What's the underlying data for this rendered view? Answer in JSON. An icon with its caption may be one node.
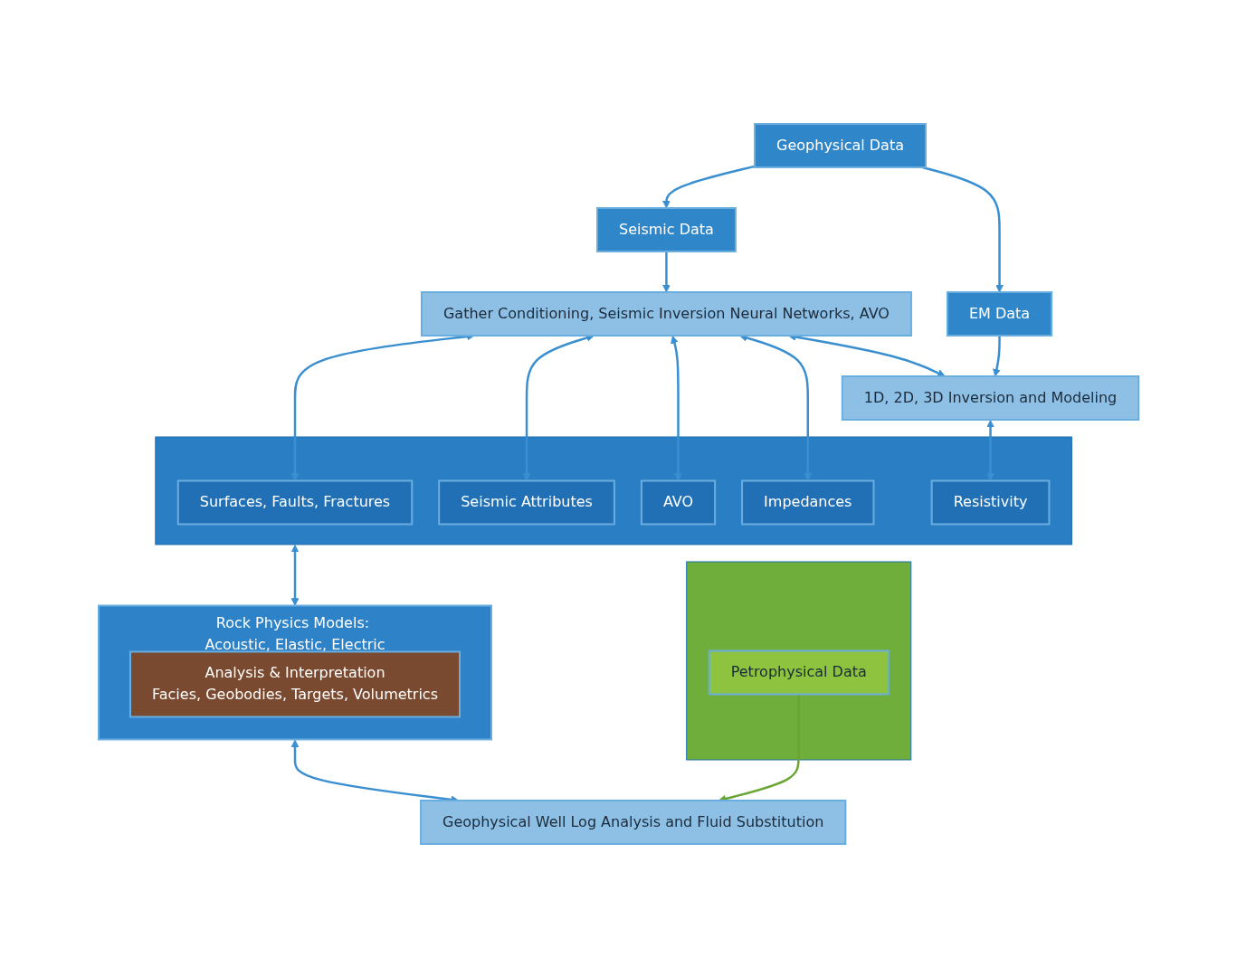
{
  "diagram": {
    "nodes": [
      {
        "text": [
          "Geophysical Data"
        ]
      },
      {
        "text": [
          "Seismic Data"
        ]
      },
      {
        "text": [
          "EM Data"
        ]
      },
      {
        "text": [
          "Gather Conditioning, Seismic Inversion Neural Networks, AVO"
        ]
      },
      {
        "text": [
          "1D, 2D, 3D Inversion and Modeling"
        ]
      },
      {
        "text": [],
        "shape": "bar"
      },
      {
        "text": [
          "Surfaces, Faults, Fractures"
        ],
        "in": 5
      },
      {
        "text": [
          "Seismic Attributes"
        ],
        "in": 5
      },
      {
        "text": [
          "AVO"
        ],
        "in": 5
      },
      {
        "text": [
          "Impedances"
        ],
        "in": 5
      },
      {
        "text": [
          "Resistivity"
        ],
        "in": 5
      },
      {
        "text": [
          "Rock Physics Models: Acoustic, Elastic, Electric"
        ]
      },
      {
        "text": [
          "Analysis & Interpretation",
          "Facies, Geobodies, Targets, Volumetrics"
        ],
        "in": 11
      },
      {
        "text": [
          "Geophysical Well Log Analysis and Fluid Substitution"
        ]
      },
      {
        "text": [],
        "shape": "bar"
      },
      {
        "text": [
          "Petrophysical Data"
        ],
        "in": 14
      }
    ],
    "edges": [
      {
        "from": 0,
        "to": 1,
        "arrow": "to"
      },
      {
        "from": 0,
        "to": 2,
        "arrow": "to"
      },
      {
        "from": 1,
        "to": 3,
        "arrow": "to"
      },
      {
        "from": 2,
        "to": 4,
        "arrow": "to"
      },
      {
        "from": 3,
        "to": 4,
        "arrow": "both"
      },
      {
        "from": 3,
        "to": 6,
        "arrow": "both"
      },
      {
        "from": 3,
        "to": 7,
        "arrow": "both"
      },
      {
        "from": 3,
        "to": 8,
        "arrow": "both"
      },
      {
        "from": 3,
        "to": 9,
        "arrow": "both"
      },
      {
        "from": 4,
        "to": 10,
        "arrow": "both"
      },
      {
        "from": 5,
        "to": 11,
        "arrow": "both"
      },
      {
        "from": 11,
        "to": 13,
        "arrow": "both"
      },
      {
        "from": 15,
        "to": 13,
        "arrow": "to",
        "color": "#6aa534"
      }
    ]
  }
}
